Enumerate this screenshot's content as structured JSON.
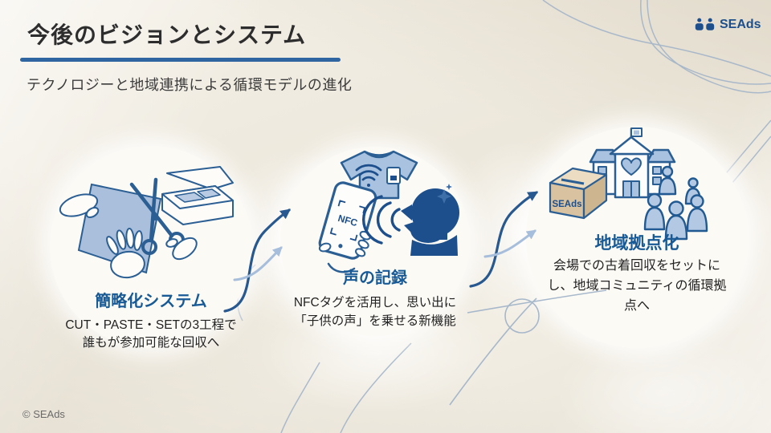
{
  "header": {
    "title": "今後のビジョンとシステム",
    "subtitle": "テクノロジーと地域連携による循環モデルの進化"
  },
  "logo": {
    "text": "SEAds",
    "icon": "people-icon"
  },
  "steps": [
    {
      "label": "簡略化システム",
      "desc_lines": [
        "CUT・PASTE・SETの3工程で",
        "誰もが参加可能な回収へ"
      ],
      "illustration": "hands-scissors-fabric-box"
    },
    {
      "label": "声の記録",
      "desc_lines": [
        "NFCタグを活用し、思い出に",
        "「子供の声」を乗せる新機能"
      ],
      "illustration": "nfc-phone-shirt-child-voice",
      "phone_screen_text": "NFC"
    },
    {
      "label": "地域拠点化",
      "desc_lines": [
        "会場での古着回収をセットに",
        "し、地域コミュニティの循環拠",
        "点へ"
      ],
      "illustration": "collection-box-school-community",
      "box_text": "SEAds"
    }
  ],
  "footer": {
    "copyright": "© SEAds"
  },
  "colors": {
    "accent_blue": "#175a96",
    "navy": "#1d4f8c",
    "outline_blue": "#2b5f94",
    "light_blue": "#a9c2e0",
    "pale_blue": "#b3c8e2",
    "underline_blue": "#2f66a2",
    "arrow_dark": "#27588f",
    "arrow_light": "#a6bedb",
    "thread": "#9fb2c8",
    "box_tan": "#d9c2a0",
    "background": "#f0ece2"
  }
}
